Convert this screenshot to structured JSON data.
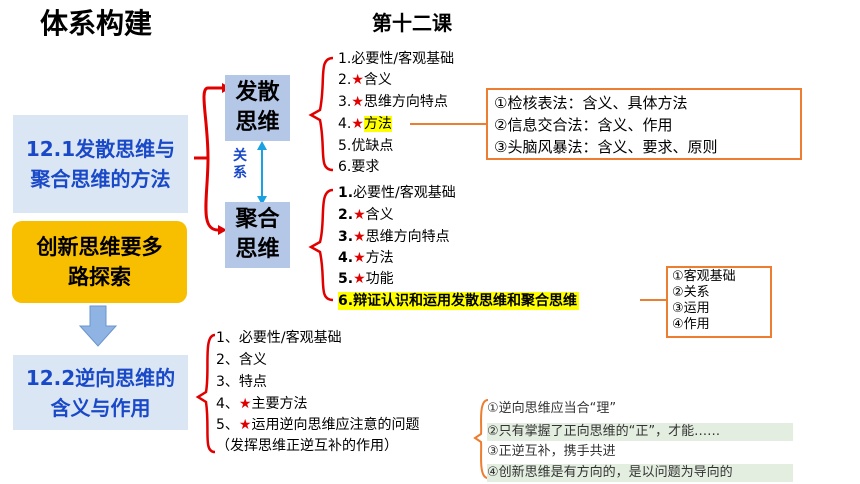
{
  "header": {
    "title": "体系构建",
    "lesson": "第十二课"
  },
  "left": {
    "box_12_1": "12.1发散思维与聚合思维的方法",
    "box_main": "创新思维要多路探索",
    "box_12_2": "12.2逆向思维的含义与作用"
  },
  "divergent": {
    "label": "发散思维",
    "items": [
      {
        "num": "1.",
        "star": "",
        "text": "必要性/客观基础"
      },
      {
        "num": "2.",
        "star": "★",
        "text": "含义"
      },
      {
        "num": "3.",
        "star": "★",
        "text": "思维方向特点"
      },
      {
        "num": "4.",
        "star": "★",
        "text": "方法"
      },
      {
        "num": "5.",
        "star": "",
        "text": "优缺点"
      },
      {
        "num": "6.",
        "star": "",
        "text": "要求"
      }
    ],
    "methods": [
      "①检核表法：含义、具体方法",
      "②信息交合法：含义、作用",
      "③头脑风暴法：含义、要求、原则"
    ]
  },
  "relation_label": "关系",
  "convergent": {
    "label": "聚合思维",
    "items": [
      {
        "num": "1.",
        "star": "",
        "text": "必要性/客观基础"
      },
      {
        "num": "2.",
        "star": "★",
        "text": "含义"
      },
      {
        "num": "3.",
        "star": "★",
        "text": "思维方向特点"
      },
      {
        "num": "4.",
        "star": "★",
        "text": "方法"
      },
      {
        "num": "5.",
        "star": "★",
        "text": "功能"
      },
      {
        "num": "6.",
        "star": "",
        "text": "辩证认识和运用发散思维和聚合思维"
      }
    ],
    "dialectic": [
      "①客观基础",
      "②关系",
      "③运用",
      "④作用"
    ]
  },
  "reverse": {
    "items": [
      {
        "num": "1、",
        "star": "",
        "text": "必要性/客观基础"
      },
      {
        "num": "2、",
        "star": "",
        "text": "含义"
      },
      {
        "num": "3、",
        "star": "",
        "text": "特点"
      },
      {
        "num": "4、",
        "star": "★",
        "text": "主要方法"
      },
      {
        "num": "5、",
        "star": "★",
        "text": "运用逆向思维应注意的问题"
      }
    ],
    "note": "（发挥思维正逆互补的作用）",
    "points": [
      "①逆向思维应当合“理”",
      "②只有掌握了正向思维的“正”，才能……",
      "③正逆互补，携手共进",
      "④创新思维是有方向的，是以问题为导向的"
    ]
  },
  "colors": {
    "accent_blue": "#1a49c8",
    "box_fill": "#dbe6f4",
    "bracket_red": "#e00000",
    "orange_border": "#ed7d31",
    "yellow_highlight": "#ffff00",
    "main_box_fill": "#f8be00",
    "arrow_blue": "#1ba1e2"
  }
}
